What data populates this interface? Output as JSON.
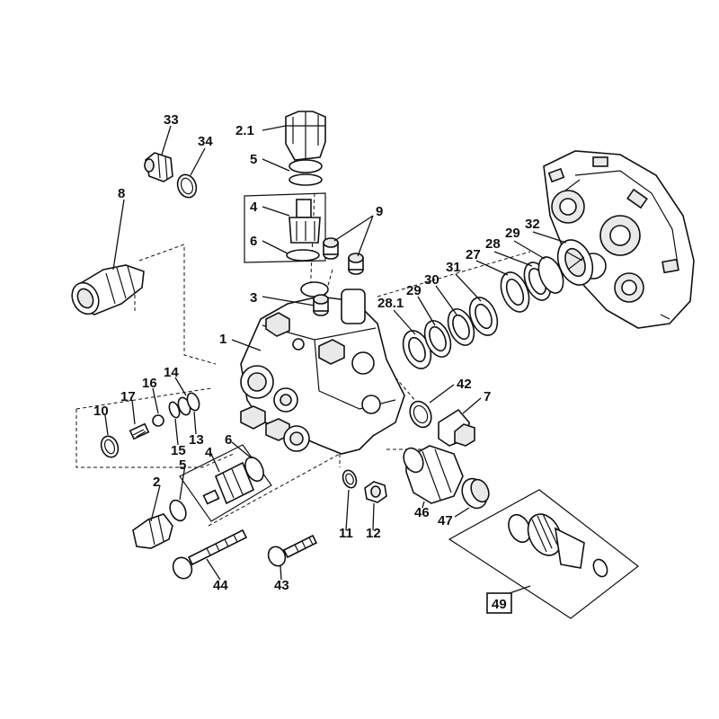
{
  "labels": {
    "l33": "33",
    "l34": "34",
    "l8": "8",
    "l2_1": "2.1",
    "l5a": "5",
    "l4a": "4",
    "l6a": "6",
    "l9": "9",
    "l3": "3",
    "l1": "1",
    "l28_1": "28.1",
    "l29a": "29",
    "l30": "30",
    "l31": "31",
    "l27": "27",
    "l28": "28",
    "l29b": "29",
    "l32": "32",
    "l42": "42",
    "l7": "7",
    "l14": "14",
    "l16": "16",
    "l17": "17",
    "l10": "10",
    "l13": "13",
    "l15": "15",
    "l4b": "4",
    "l6b": "6",
    "l5b": "5",
    "l2": "2",
    "l46": "46",
    "l47": "47",
    "l11": "11",
    "l12": "12",
    "l44": "44",
    "l43": "43",
    "l49": "49"
  }
}
